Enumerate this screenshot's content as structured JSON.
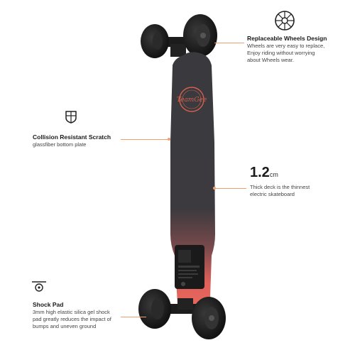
{
  "features": {
    "wheels": {
      "title": "Replaceable Wheels Design",
      "desc_lines": [
        "Wheels are very easy to replace,",
        "Enjoy riding without worrying",
        "about Wheels wear."
      ],
      "icon": "wheel-icon"
    },
    "scratch": {
      "title": "Collision Resistant Scratch",
      "desc_lines": [
        "glassfiber bottom plate"
      ],
      "icon": "shield-icon"
    },
    "thickness": {
      "value": "1.2",
      "unit": "cm",
      "desc_lines": [
        "Thick deck is the thinnest",
        "electric skateboard"
      ]
    },
    "shockpad": {
      "title": "Shock Pad",
      "desc_lines": [
        "3mm high elastic silica gel shock",
        "pad greatly reduces the impact of",
        "bumps and uneven ground"
      ],
      "icon": "shock-pad-icon"
    }
  },
  "board": {
    "logo_text": "TeamGee",
    "colors": {
      "deck_top": "#3a3a3e",
      "deck_bottom": "#e0605a",
      "wheel": "#141414",
      "accent": "#f0a070"
    }
  }
}
